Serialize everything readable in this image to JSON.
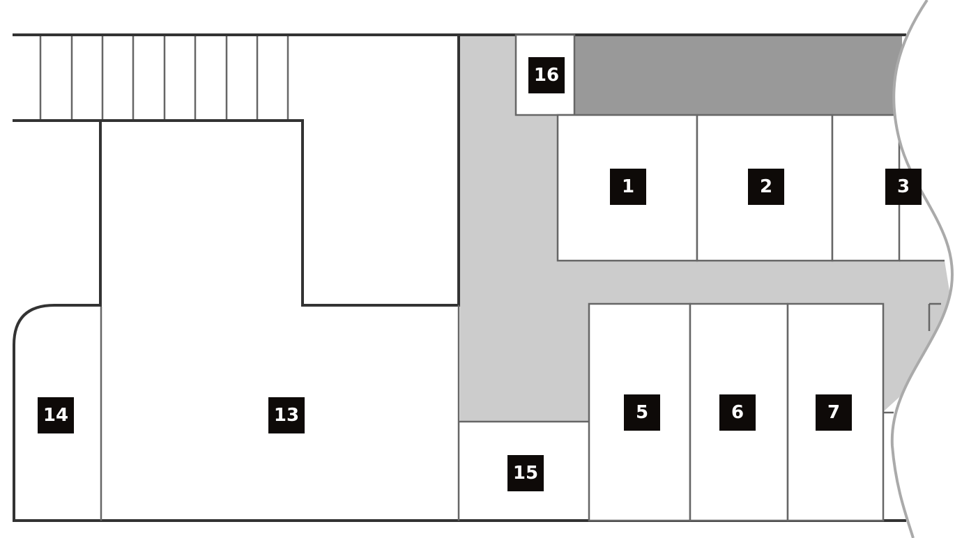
{
  "floor_plan": {
    "colors": {
      "corridor": "#cccccc",
      "dark_zone": "#999999",
      "label_background": "#0e0a08",
      "label_text": "#ffffff",
      "wall": "#333333"
    },
    "units": [
      {
        "id": "unit-1",
        "label": "1"
      },
      {
        "id": "unit-2",
        "label": "2"
      },
      {
        "id": "unit-3",
        "label": "3"
      },
      {
        "id": "unit-5",
        "label": "5"
      },
      {
        "id": "unit-6",
        "label": "6"
      },
      {
        "id": "unit-7",
        "label": "7"
      },
      {
        "id": "unit-13",
        "label": "13"
      },
      {
        "id": "unit-14",
        "label": "14"
      },
      {
        "id": "unit-15",
        "label": "15"
      },
      {
        "id": "unit-16",
        "label": "16"
      }
    ]
  }
}
